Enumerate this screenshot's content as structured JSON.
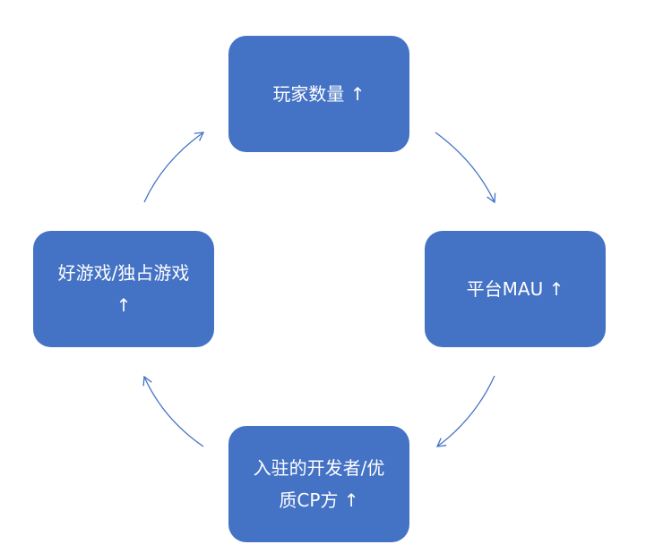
{
  "diagram": {
    "type": "cycle",
    "colors": {
      "node_fill": "#4472C4",
      "node_text": "#FFFFFF",
      "arrow": "#4472C4"
    },
    "nodes": [
      {
        "id": "players",
        "label": "玩家数量 ↑"
      },
      {
        "id": "mau",
        "label": "平台MAU ↑"
      },
      {
        "id": "developers",
        "label": "入驻的开发者/优质CP方 ↑"
      },
      {
        "id": "games",
        "label": "好游戏/独占游戏 ↑"
      }
    ],
    "edges": [
      {
        "from": "players",
        "to": "mau"
      },
      {
        "from": "mau",
        "to": "developers"
      },
      {
        "from": "developers",
        "to": "games"
      },
      {
        "from": "games",
        "to": "players"
      }
    ]
  }
}
